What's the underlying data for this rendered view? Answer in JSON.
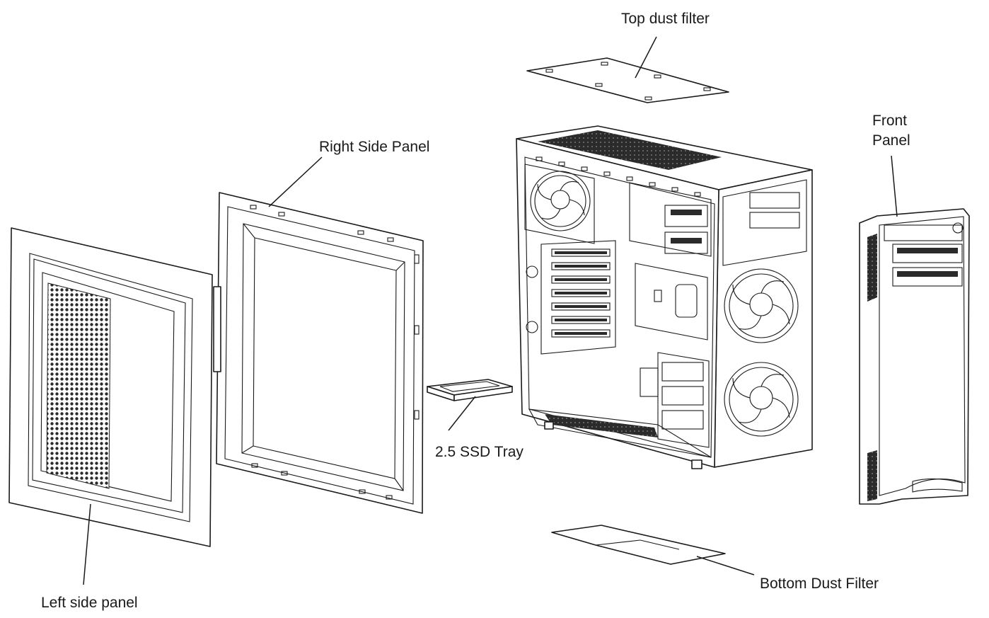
{
  "diagram": {
    "labels": {
      "top_dust_filter": "Top dust filter",
      "front_panel_line1": "Front",
      "front_panel_line2": "Panel",
      "right_side_panel": "Right Side Panel",
      "ssd_tray": "2.5 SSD Tray",
      "left_side_panel": "Left side panel",
      "bottom_dust_filter": "Bottom Dust Filter"
    },
    "colors": {
      "line": "#1a1a1a",
      "background": "#ffffff",
      "mesh": "#2b2b2b"
    }
  }
}
